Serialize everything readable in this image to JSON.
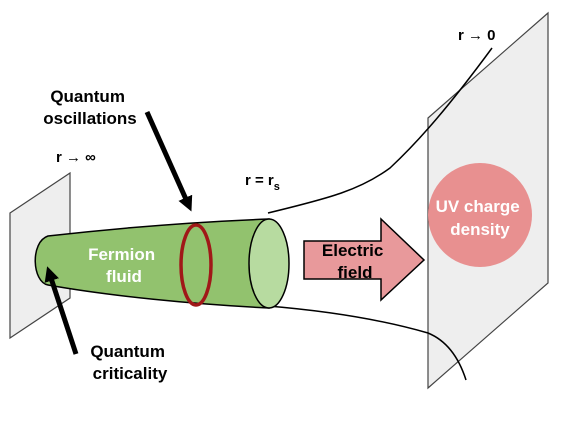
{
  "labels": {
    "r_zero": "r → 0",
    "r_infinity": "r  → ∞",
    "r_s_prefix": "r = r",
    "r_s_sub": "s",
    "quantum_oscillations": [
      "Quantum",
      "oscillations"
    ],
    "quantum_criticality": [
      "Quantum",
      "criticality"
    ],
    "fermion_fluid": [
      "Fermion",
      "fluid"
    ],
    "electric_field": [
      "Electric",
      "field"
    ],
    "uv_charge_density": [
      "UV charge",
      "density"
    ]
  },
  "colors": {
    "fluid_fill": "#92c26e",
    "fluid_end_fill": "#b7dba0",
    "ring": "#a01818",
    "arrow_fill": "#e8999b",
    "uv_disk": "#e89090",
    "plane_fill": "#eeeeee",
    "stroke": "#000000"
  }
}
